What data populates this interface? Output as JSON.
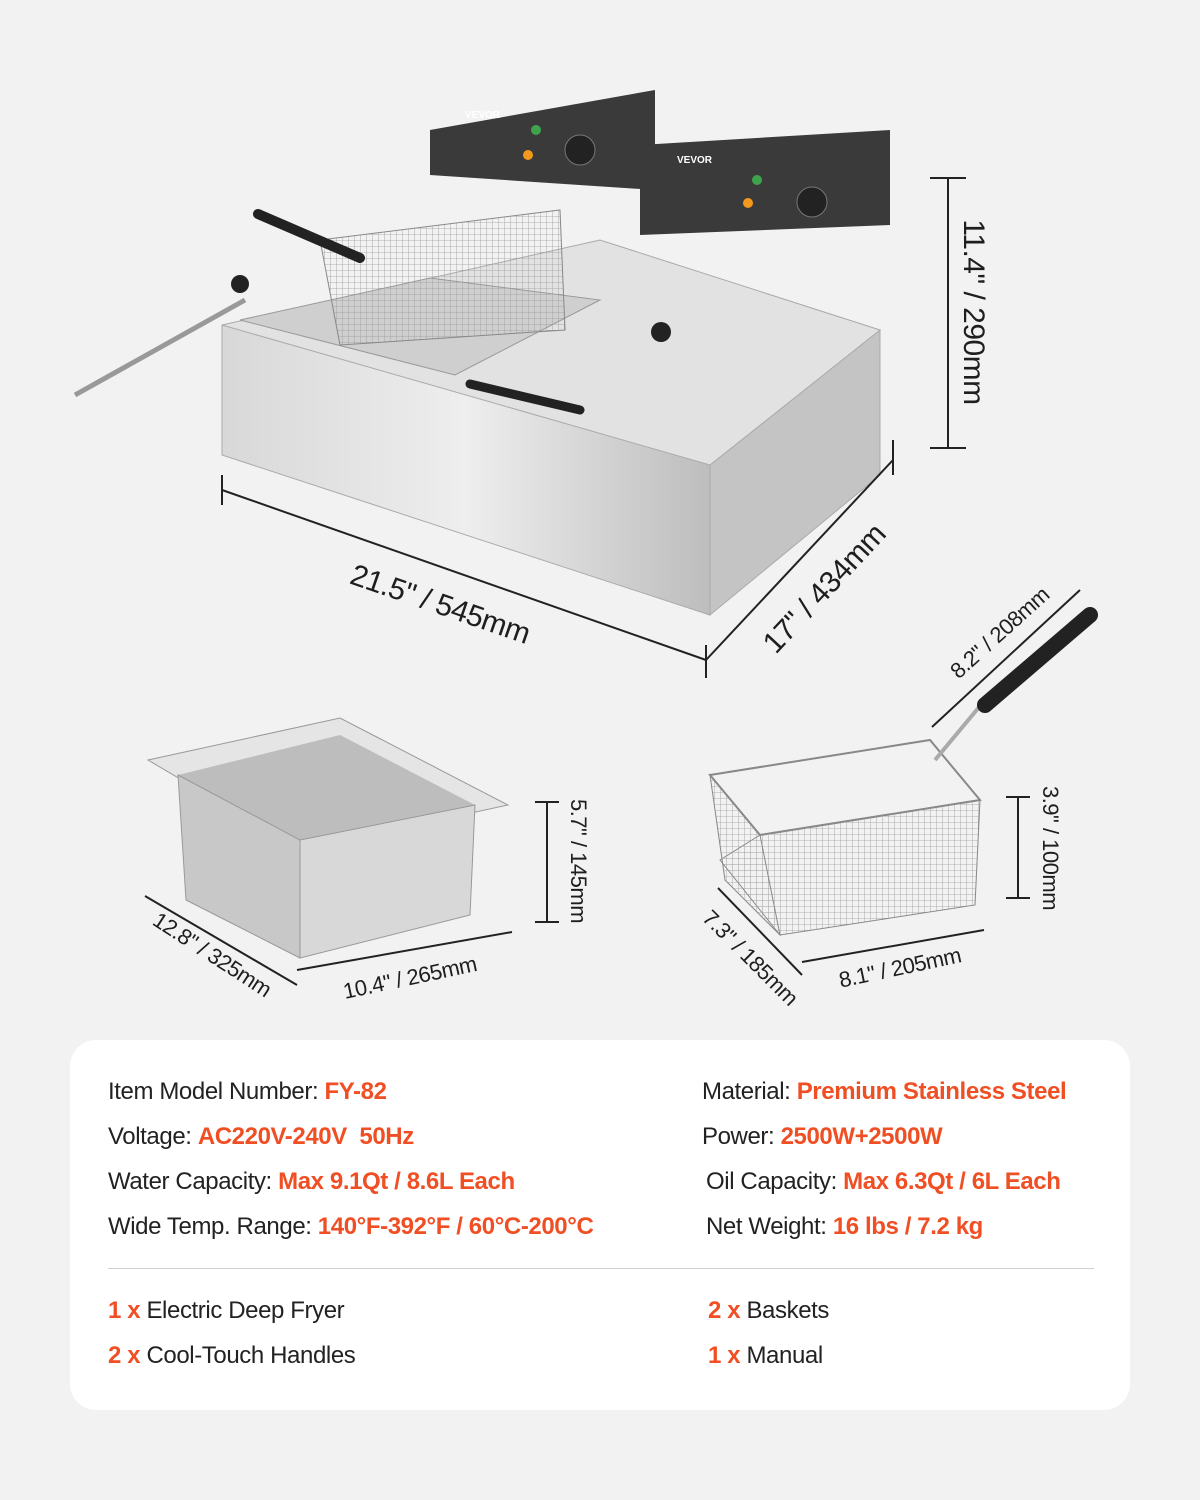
{
  "brand": {
    "logo": "VEVOR",
    "accent_color": "#f04e23"
  },
  "dimensions": {
    "fryer_height": "11.4\" / 290mm",
    "fryer_width": "21.5\" / 545mm",
    "fryer_depth": "17\" / 434mm",
    "basket_handle": "8.2\" / 208mm",
    "pan_height": "5.7\" / 145mm",
    "pan_length": "12.8\" / 325mm",
    "pan_width": "10.4\" / 265mm",
    "basket_height": "3.9\" / 100mm",
    "basket_depth": "7.3\" / 185mm",
    "basket_width": "8.1\" / 205mm"
  },
  "specs": [
    {
      "label": "Item Model Number: ",
      "value": "FY-82"
    },
    {
      "label": "Voltage: ",
      "value": "AC220V-240V  50Hz"
    },
    {
      "label": "Water Capacity: ",
      "value": "Max 9.1Qt / 8.6L Each"
    },
    {
      "label": "Wide Temp. Range: ",
      "value": "140°F-392°F / 60°C-200°C"
    },
    {
      "label": "Material: ",
      "value": "Premium Stainless Steel"
    },
    {
      "label": "Power: ",
      "value": "2500W+2500W"
    },
    {
      "label": "Oil Capacity: ",
      "value": "Max 6.3Qt / 6L Each"
    },
    {
      "label": "Net Weight: ",
      "value": "16 lbs / 7.2 kg"
    }
  ],
  "package": [
    {
      "qty": "1 x",
      "item": "Electric Deep Fryer"
    },
    {
      "qty": "2 x",
      "item": "Cool-Touch Handles"
    },
    {
      "qty": "2 x",
      "item": "Baskets"
    },
    {
      "qty": "1 x",
      "item": "Manual"
    }
  ]
}
